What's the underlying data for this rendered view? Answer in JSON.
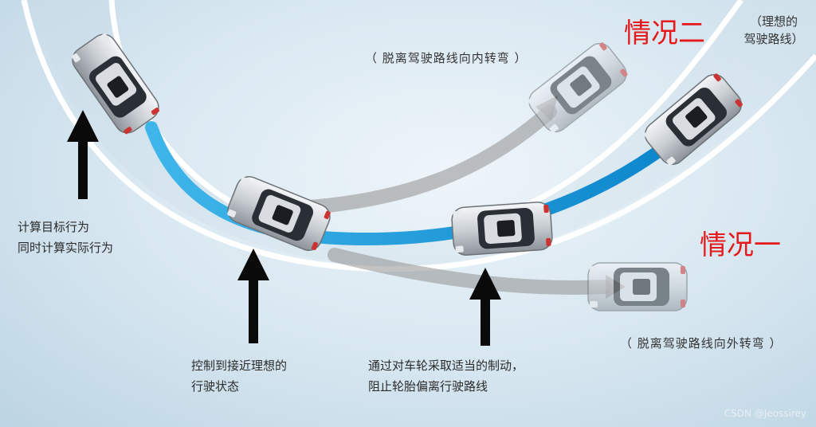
{
  "labels": {
    "case_two": "情况二",
    "case_one": "情况一",
    "ideal_path_open": "（理想的",
    "ideal_path_close": "驾驶路线）",
    "inner_turn": "（ 脱离驾驶路线向内转弯 ）",
    "outer_turn": "（ 脱离驾驶路线向外转弯 ）",
    "calc_line1": "计算目标行为",
    "calc_line2": "同时计算实际行为",
    "control_line1": "控制到接近理想的",
    "control_line2": "行驶状态",
    "brake_line1": "通过对车轮采取适当的制动，",
    "brake_line2": "阻止轮胎偏离行驶路线"
  },
  "watermark": "CSDN @Jeossirey",
  "colors": {
    "road_edge": "#ffffff",
    "ideal_path": "#1b9ad8",
    "deviation_path": "#8f8f8f",
    "arrow": "#0a0a0a",
    "highlight": "#e5191a"
  }
}
